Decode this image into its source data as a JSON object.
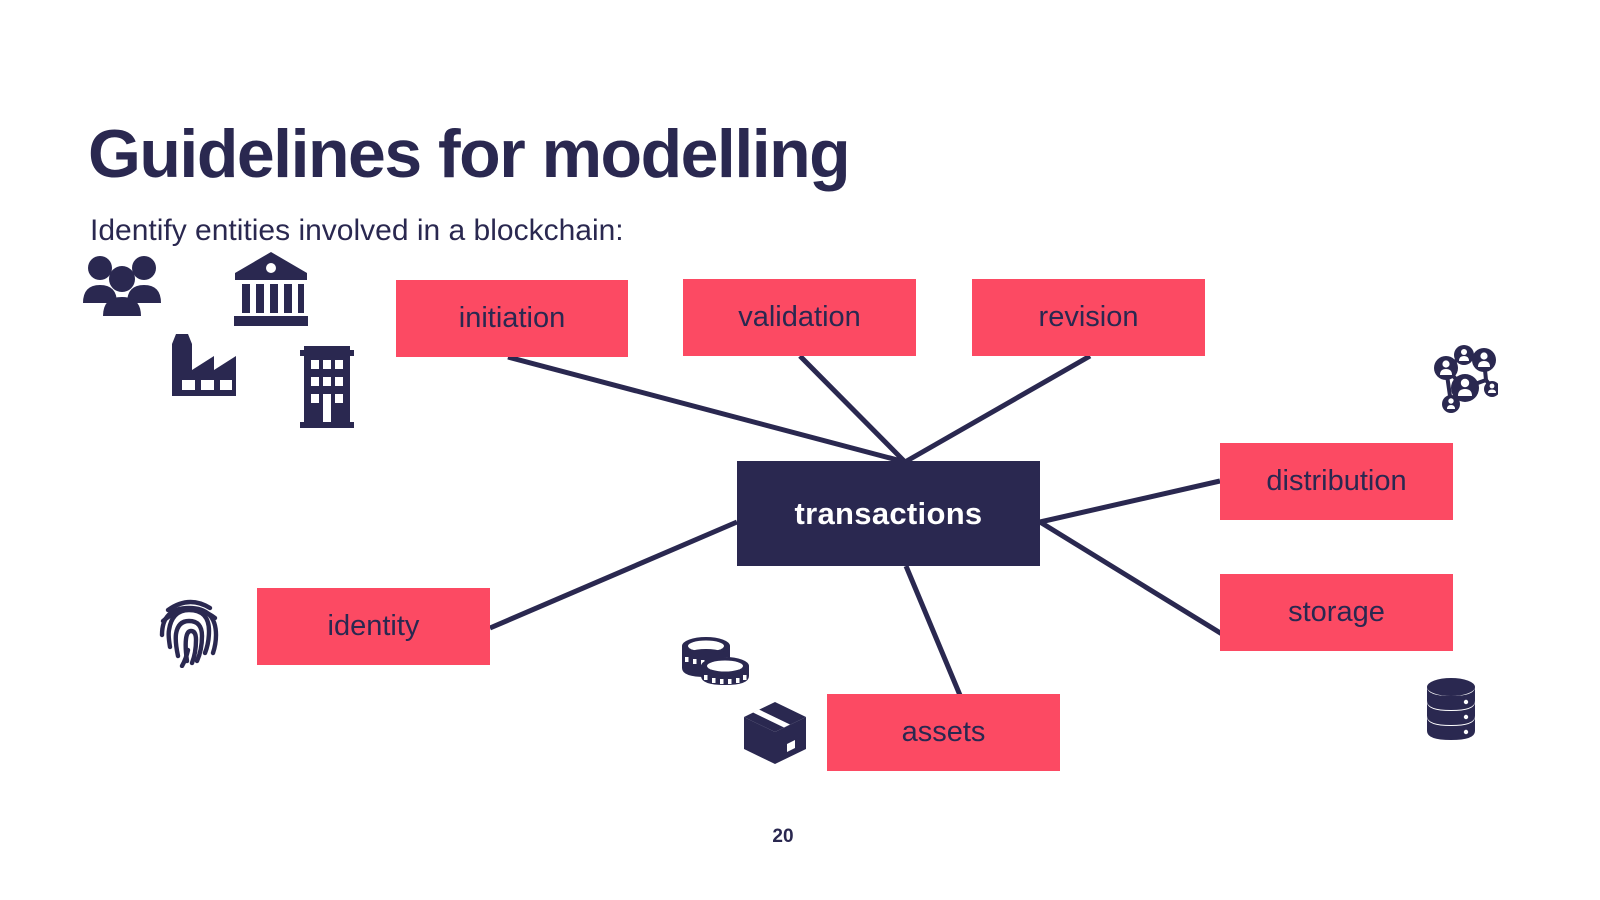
{
  "slide": {
    "title": "Guidelines for modelling",
    "subtitle": "Identify entities involved in a blockchain:",
    "page_number": "20"
  },
  "colors": {
    "navy": "#2a2850",
    "pink": "#fc4a63",
    "background": "#ffffff",
    "center_node_text": "#ffffff"
  },
  "diagram": {
    "type": "mind-map",
    "center": {
      "id": "transactions",
      "label": "transactions"
    },
    "nodes": [
      {
        "id": "initiation",
        "label": "initiation"
      },
      {
        "id": "validation",
        "label": "validation"
      },
      {
        "id": "revision",
        "label": "revision"
      },
      {
        "id": "distribution",
        "label": "distribution"
      },
      {
        "id": "storage",
        "label": "storage"
      },
      {
        "id": "identity",
        "label": "identity"
      },
      {
        "id": "assets",
        "label": "assets"
      }
    ],
    "edges": [
      {
        "from": "transactions",
        "to": "initiation"
      },
      {
        "from": "transactions",
        "to": "validation"
      },
      {
        "from": "transactions",
        "to": "revision"
      },
      {
        "from": "transactions",
        "to": "distribution"
      },
      {
        "from": "transactions",
        "to": "storage"
      },
      {
        "from": "transactions",
        "to": "identity"
      },
      {
        "from": "transactions",
        "to": "assets"
      }
    ]
  },
  "icons": [
    {
      "id": "people",
      "name": "people-group-icon"
    },
    {
      "id": "bank",
      "name": "bank-icon"
    },
    {
      "id": "factory",
      "name": "factory-icon"
    },
    {
      "id": "building",
      "name": "office-building-icon"
    },
    {
      "id": "network",
      "name": "people-network-icon"
    },
    {
      "id": "fingerprint",
      "name": "fingerprint-icon"
    },
    {
      "id": "coins",
      "name": "coins-icon"
    },
    {
      "id": "box",
      "name": "package-box-icon"
    },
    {
      "id": "database",
      "name": "database-icon"
    }
  ]
}
